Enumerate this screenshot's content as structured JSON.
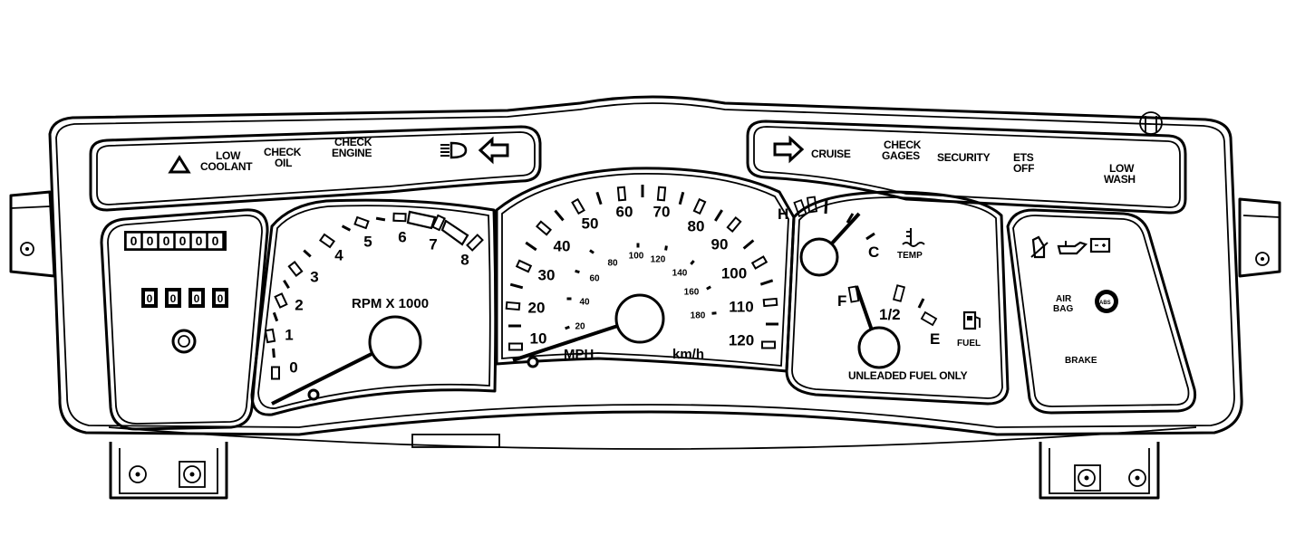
{
  "warning_lamps_left": {
    "low_coolant": [
      "LOW",
      "COOLANT"
    ],
    "check_oil": [
      "CHECK",
      "OIL"
    ],
    "check_engine": [
      "CHECK",
      "ENGINE"
    ]
  },
  "warning_lamps_right": {
    "cruise": "CRUISE",
    "check_gages": [
      "CHECK",
      "GAGES"
    ],
    "security": "SECURITY",
    "ets_off": [
      "ETS",
      "OFF"
    ],
    "low_wash": [
      "LOW",
      "WASH"
    ]
  },
  "odometer": {
    "digits": "000000",
    "trip_digits": "0000"
  },
  "tachometer": {
    "label": "RPM X 1000",
    "ticks": [
      "0",
      "1",
      "2",
      "3",
      "4",
      "5",
      "6",
      "7",
      "8"
    ],
    "value": 0
  },
  "speedometer": {
    "mph_label": "MPH",
    "kmh_label": "km/h",
    "mph_ticks": [
      "10",
      "20",
      "30",
      "40",
      "50",
      "60",
      "70",
      "80",
      "90",
      "100",
      "110",
      "120"
    ],
    "kmh_ticks": [
      "20",
      "40",
      "60",
      "80",
      "100",
      "120",
      "140",
      "160",
      "180"
    ],
    "value_mph": 0
  },
  "temp_gauge": {
    "hot": "H",
    "cold": "C",
    "label": "TEMP"
  },
  "fuel_gauge": {
    "full": "F",
    "half": "1/2",
    "empty": "E",
    "label": "FUEL",
    "note": "UNLEADED FUEL ONLY"
  },
  "right_indicators": {
    "air_bag": [
      "AIR",
      "BAG"
    ],
    "abs": "ABS",
    "brake": "BRAKE"
  }
}
